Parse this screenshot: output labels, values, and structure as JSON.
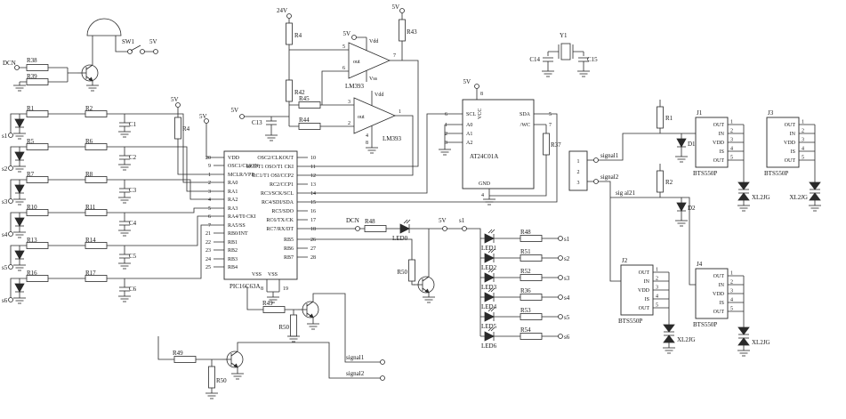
{
  "buzzer": {
    "dcn": "DCN",
    "r38": "R38",
    "r39": "R39",
    "sw1": "SW1",
    "v5": "5V"
  },
  "inputs": {
    "rows": [
      {
        "s": "s1",
        "ra": "R1",
        "rb": "R2",
        "c": "C1"
      },
      {
        "s": "s2",
        "ra": "R5",
        "rb": "R6",
        "c": "C2"
      },
      {
        "s": "s3",
        "ra": "R7",
        "rb": "R8",
        "c": "C3"
      },
      {
        "s": "s4",
        "ra": "R10",
        "rb": "R11",
        "c": "C4"
      },
      {
        "s": "s5",
        "ra": "R13",
        "rb": "R14",
        "c": "C5"
      },
      {
        "s": "s6",
        "ra": "R16",
        "rb": "R17",
        "c": "C6"
      }
    ]
  },
  "mcu": {
    "part": "PIC16C63A",
    "v5_mclr": "5V",
    "r4": "R4",
    "v5_vdd": "5V",
    "vss_a": "VSS",
    "vss_b": "VSS",
    "p8": "8",
    "p19": "19",
    "left": [
      {
        "n": "20",
        "l": "VDD"
      },
      {
        "n": "9",
        "l": "OSC1/CLKIN"
      },
      {
        "n": "1",
        "l": "MCLR/VPP"
      },
      {
        "n": "2",
        "l": "RA0"
      },
      {
        "n": "3",
        "l": "RA1"
      },
      {
        "n": "4",
        "l": "RA2"
      },
      {
        "n": "5",
        "l": "RA3"
      },
      {
        "n": "6",
        "l": "RA4/T0 CKI"
      },
      {
        "n": "7",
        "l": "RA5/SS"
      },
      {
        "n": "21",
        "l": "RB0/INT"
      },
      {
        "n": "22",
        "l": "RB1"
      },
      {
        "n": "23",
        "l": "RB2"
      },
      {
        "n": "24",
        "l": "RB3"
      },
      {
        "n": "25",
        "l": "RB4"
      }
    ],
    "right": [
      {
        "n": "10",
        "l": "OSC2/CLKOUT"
      },
      {
        "n": "11",
        "l": "RC0/T1 OSO/T1 CKI"
      },
      {
        "n": "12",
        "l": "RC1/T1 OSI/CCP2"
      },
      {
        "n": "13",
        "l": "RC2/CCP1"
      },
      {
        "n": "14",
        "l": "RC3/SCK/SCL"
      },
      {
        "n": "15",
        "l": "RC4/SDI/SDA"
      },
      {
        "n": "16",
        "l": "RC5/SDO"
      },
      {
        "n": "17",
        "l": "RC6/TX/CK"
      },
      {
        "n": "18",
        "l": "RC7/RX/DT"
      },
      {
        "n": "26",
        "l": "RB5"
      },
      {
        "n": "27",
        "l": "RB6"
      },
      {
        "n": "28",
        "l": "RB7"
      }
    ]
  },
  "comp": {
    "v24": "24V",
    "r4": "R4",
    "r42": "R42",
    "c13": "C13",
    "v5_in": "5V",
    "r45": "R45",
    "r44": "R44",
    "r43": "R43",
    "v5_r43": "5V",
    "v5_u1": "5V",
    "u1": {
      "name": "LM393",
      "out": "out",
      "inp": "5",
      "inn": "6",
      "o": "7",
      "vdd": "Vdd",
      "vss": "Vss"
    },
    "u2": {
      "name": "LM393",
      "out": "out",
      "inp": "3",
      "inn": "2",
      "o": "1",
      "vdd": "Vdd",
      "p4": "4",
      "p8": "8"
    }
  },
  "eeprom": {
    "part": "AT24C01A",
    "v5": "5V",
    "r37": "R37",
    "vcc": "VCC",
    "gnd": "GND",
    "p8": "8",
    "p4": "4",
    "left": [
      {
        "n": "6",
        "l": "SCL"
      },
      {
        "n": "1",
        "l": "A0"
      },
      {
        "n": "2",
        "l": "A1"
      },
      {
        "n": "3",
        "l": "A2"
      }
    ],
    "right": [
      {
        "n": "5",
        "l": "SDA"
      },
      {
        "n": "7",
        "l": "/WC"
      }
    ]
  },
  "xtal": {
    "y1": "Y1",
    "c14": "C14",
    "c15": "C15"
  },
  "leds": {
    "dcn": "DCN",
    "r48": "R48",
    "led0": "LED0",
    "v5": "5V",
    "s1": "s1",
    "rows": [
      {
        "led": "LED1",
        "r": "R48",
        "s": "s1"
      },
      {
        "led": "LED2",
        "r": "R51",
        "s": "s2"
      },
      {
        "led": "LED3",
        "r": "R52",
        "s": "s3"
      },
      {
        "led": "LED4",
        "r": "R36",
        "s": "s4"
      },
      {
        "led": "LED5",
        "r": "R53",
        "s": "s5"
      },
      {
        "led": "LED6",
        "r": "R54",
        "s": "s6"
      }
    ]
  },
  "drv": {
    "r49a": "R49",
    "r50a": "R50",
    "r49b": "R49",
    "r50b": "R50",
    "r50c": "R50",
    "sig1": "signal1",
    "sig2": "signal2"
  },
  "out": {
    "p1": "1",
    "p2": "2",
    "p3": "3",
    "sig1": "signal1",
    "sig2": "signal2",
    "net": "sig al21",
    "r1": "R1",
    "r2": "R2",
    "d1": "D1",
    "d2": "D2",
    "part": "BTS550P",
    "tvs": "XL2JG",
    "j1": "J1",
    "j2": "J2",
    "j3": "J3",
    "j4": "J4",
    "pins": [
      "OUT",
      "IN",
      "VDD",
      "IS",
      "OUT"
    ],
    "nums": [
      "1",
      "2",
      "3",
      "4",
      "5"
    ]
  }
}
